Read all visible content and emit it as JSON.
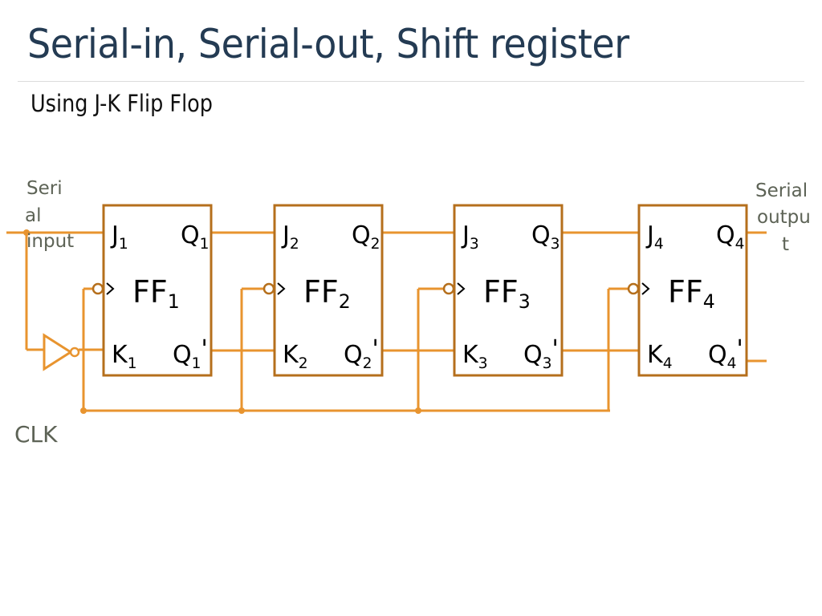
{
  "title": "Serial-in, Serial-out, Shift register",
  "subtitle": "Using J-K Flip Flop",
  "colors": {
    "wire": "#e8942f",
    "box": "#b56f1c",
    "title": "#243b53",
    "side_label": "#5d6356"
  },
  "input_label": [
    "Seri",
    "al",
    "input"
  ],
  "output_label": [
    "Serial",
    "outpu",
    "t"
  ],
  "clock_label": "CLK",
  "flip_flops": [
    {
      "name": "FF",
      "index": "1",
      "j": "J",
      "k": "K",
      "q": "Q",
      "qbar": "Q",
      "prime": "'"
    },
    {
      "name": "FF",
      "index": "2",
      "j": "J",
      "k": "K",
      "q": "Q",
      "qbar": "Q",
      "prime": "'"
    },
    {
      "name": "FF",
      "index": "3",
      "j": "J",
      "k": "K",
      "q": "Q",
      "qbar": "Q",
      "prime": "'"
    },
    {
      "name": "FF",
      "index": "4",
      "j": "J",
      "k": "K",
      "q": "Q",
      "qbar": "Q",
      "prime": "'"
    }
  ]
}
